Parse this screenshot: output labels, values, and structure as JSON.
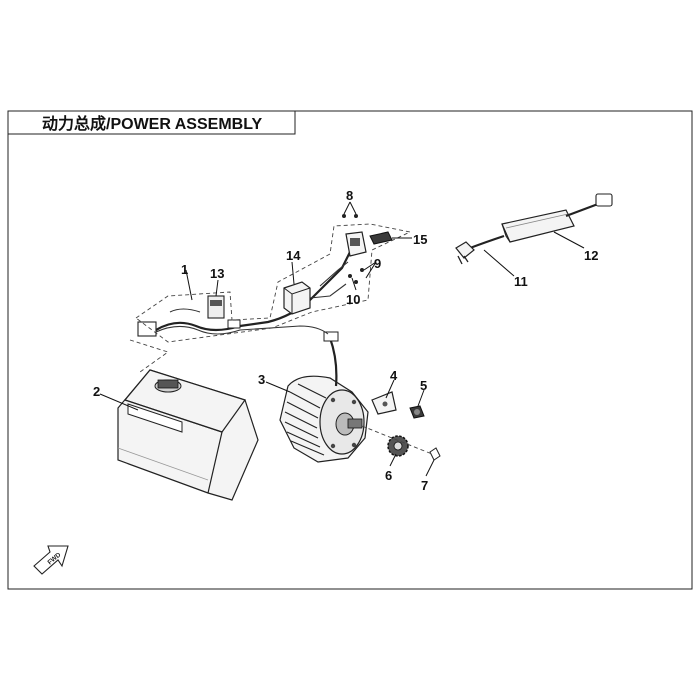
{
  "diagram": {
    "title": "动力总成/POWER ASSEMBLY",
    "fwd_label": "FWD",
    "callouts": [
      "1",
      "2",
      "3",
      "4",
      "5",
      "6",
      "7",
      "8",
      "9",
      "10",
      "11",
      "12",
      "13",
      "14",
      "15"
    ]
  }
}
